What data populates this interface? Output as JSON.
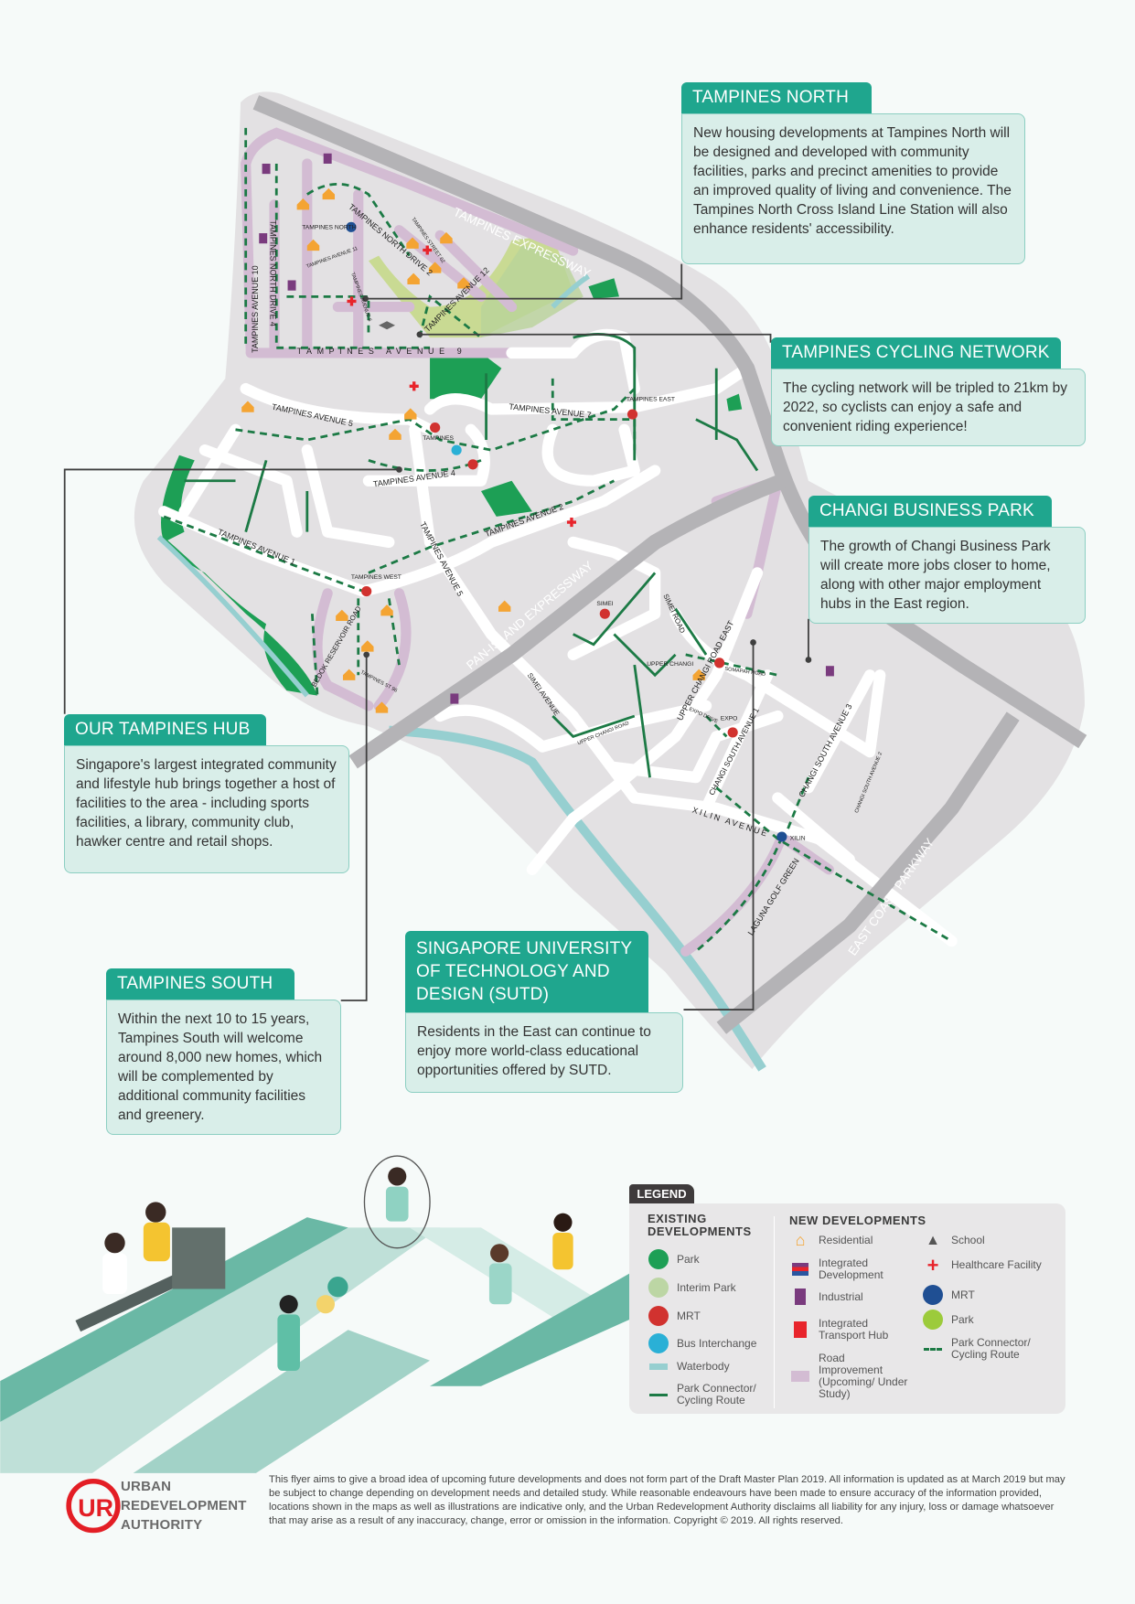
{
  "callouts": {
    "tampines_north": {
      "title": "TAMPINES NORTH",
      "body": "New housing developments at Tampines North will be designed and developed with community facilities, parks and precinct amenities to provide an improved quality of living and convenience. The Tampines North Cross Island Line Station will also enhance residents' accessibility."
    },
    "cycling": {
      "title": "TAMPINES CYCLING NETWORK",
      "body": "The cycling network will be tripled to 21km by 2022, so cyclists can enjoy a safe and convenient riding experience!"
    },
    "changi": {
      "title": "CHANGI BUSINESS PARK",
      "body": "The growth of Changi Business Park will create more jobs closer to home, along with other major employment hubs in the East region."
    },
    "hub": {
      "title": "OUR TAMPINES HUB",
      "body": "Singapore's largest integrated community and lifestyle hub brings together a host of facilities to the area - including sports facilities, a library, community club, hawker centre and retail shops."
    },
    "south": {
      "title": "TAMPINES SOUTH",
      "body": "Within the next 10 to 15 years, Tampines South will welcome around 8,000 new homes, which will be complemented by additional community facilities and greenery."
    },
    "sutd": {
      "title": "SINGAPORE UNIVERSITY OF TECHNOLOGY AND DESIGN (SUTD)",
      "body": "Residents in the East can continue to enjoy more world-class educational opportunities offered by SUTD."
    }
  },
  "map": {
    "labels": [
      "TAMPINES EXPRESSWAY",
      "PAN-ISLAND EXPRESSWAY",
      "EAST COAST PARKWAY",
      "TAMPINES NORTH DRIVE 2",
      "TAMPINES NORTH DRIVE 4",
      "TAMPINES AVENUE 12",
      "TAMPINES AVENUE 10",
      "TAMPINES AVENUE 9",
      "TAMPINES AVENUE 5",
      "TAMPINES AVENUE 7",
      "TAMPINES AVENUE 4",
      "TAMPINES AVENUE 2",
      "TAMPINES AVENUE 1",
      "TAMPINES AVENUE 5",
      "BEDOK RESERVOIR ROAD",
      "TAMPINES ST 96",
      "SIMEI AVENUE",
      "SIMEI ROAD",
      "UPPER CHANGI ROAD EAST",
      "UPPER CHANGI ROAD",
      "SOMAPAH ROAD",
      "EXPO DRIVE",
      "CHANGI SOUTH AVENUE 1",
      "CHANGI SOUTH AVENUE 3",
      "CHANGI SOUTH AVENUE 2",
      "XILIN AVENUE",
      "LAGUNA GOLF GREEN",
      "TAMPINES STREET 62",
      "TAMPINES AVENUE 11",
      "TAMPINES AVENUE 6"
    ],
    "stations": [
      "TAMPINES NORTH",
      "TAMPINES",
      "TAMPINES EAST",
      "TAMPINES WEST",
      "SIMEI",
      "UPPER CHANGI",
      "EXPO",
      "XILIN"
    ],
    "colors": {
      "land": "#e3e1e3",
      "road": "#ffffff",
      "expressway": "#b4b3b6",
      "park": "#1d9f55",
      "interim": "#c5d98a",
      "water": "#96cfd0",
      "cycle": "#1c7a45",
      "road_improvement": "#d3bcd3",
      "mrt_existing": "#d1322f",
      "mrt_new": "#1f4f93",
      "bus": "#2ab0d6",
      "residential": "#f4a433",
      "industrial": "#7a3b7e",
      "health": "#e8242b"
    }
  },
  "legend": {
    "tab": "LEGEND",
    "existing_title": "EXISTING DEVELOPMENTS",
    "existing": [
      "Park",
      "Interim Park",
      "MRT",
      "Bus Interchange",
      "Waterbody",
      "Park Connector/ Cycling Route"
    ],
    "new_title": "NEW DEVELOPMENTS",
    "new_col1": [
      "Residential",
      "Integrated Development",
      "Industrial",
      "Integrated Transport Hub",
      "Road Improvement (Upcoming/ Under Study)"
    ],
    "new_col2": [
      "School",
      "Healthcare Facility",
      "MRT",
      "Park",
      "Park Connector/ Cycling Route"
    ]
  },
  "footer": {
    "logo": [
      "URBAN",
      "REDEVELOPMENT",
      "AUTHORITY"
    ],
    "disclaimer": "This flyer aims to give a broad idea of upcoming future developments and does not form part of the Draft Master Plan 2019. All information is updated as at March 2019 but may be subject to change depending on development needs and detailed study. While reasonable endeavours have been made to ensure accuracy of the information provided, locations shown in the maps as well as illustrations are indicative only, and the Urban Redevelopment Authority disclaims all liability for any injury, loss or damage whatsoever that may arise as a result of any inaccuracy, change, error or omission in the information. Copyright © 2019. All rights reserved."
  }
}
